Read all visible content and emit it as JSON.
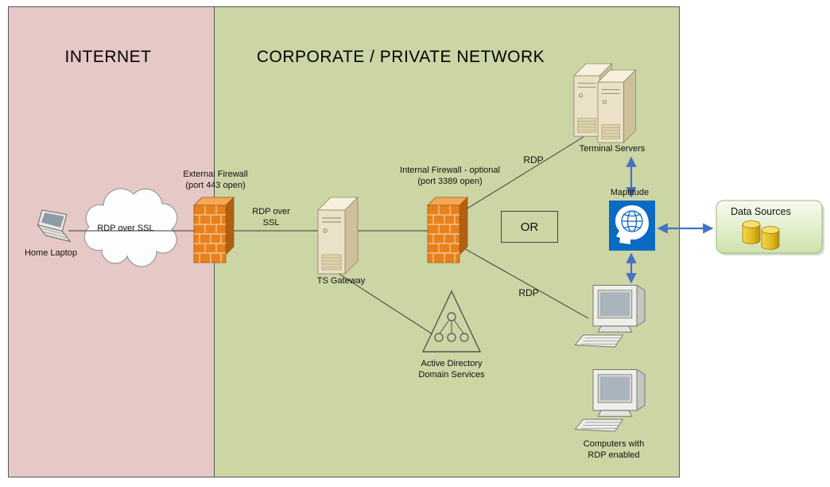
{
  "diagram": {
    "zones": {
      "internet": {
        "title": "INTERNET"
      },
      "corporate": {
        "title": "CORPORATE / PRIVATE NETWORK"
      }
    },
    "nodes": {
      "home_laptop": {
        "label": "Home Laptop",
        "icon": "laptop-icon"
      },
      "external_firewall": {
        "label": "External Firewall\n(port 443 open)",
        "icon": "firewall-icon"
      },
      "ts_gateway": {
        "label": "TS Gateway",
        "icon": "server-tower-icon"
      },
      "internal_firewall": {
        "label": "Internal Firewall - optional\n(port 3389 open)",
        "icon": "firewall-icon"
      },
      "terminal_servers": {
        "label": "Terminal Servers",
        "icon": "server-tower-pair-icon"
      },
      "active_directory": {
        "label": "Active Directory\nDomain Services",
        "icon": "ad-triangle-icon"
      },
      "maptitude": {
        "label": "Maptitude",
        "icon": "maptitude-logo-icon"
      },
      "computers": {
        "label": "Computers with\nRDP enabled",
        "icon": "desktop-computer-icon"
      },
      "data_sources": {
        "label": "Data Sources",
        "icon": "database-cylinders-icon"
      },
      "or_connector": {
        "label": "OR"
      }
    },
    "edges": {
      "cloud_text": "RDP over SSL",
      "rdp_over_ssl": "RDP over\nSSL",
      "rdp_top": "RDP",
      "rdp_bottom": "RDP"
    },
    "colors": {
      "internet_zone_bg": "#e6c8c6",
      "corporate_zone_bg": "#ccd5a4",
      "firewall_orange": "#e8811c",
      "server_beige": "#eae1c8",
      "arrow_blue": "#4472c4",
      "maptitude_blue": "#0a6ac4",
      "data_sources_green": "#cfe3ac",
      "database_gold": "#e0b51a"
    }
  }
}
